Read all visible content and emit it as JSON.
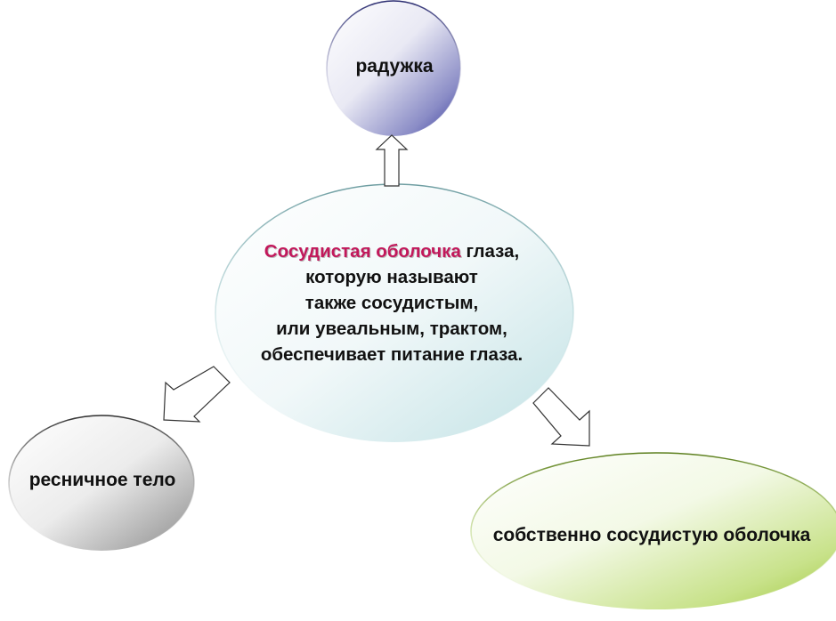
{
  "center": {
    "highlight": "Сосудистая оболочка",
    "line1_rest": " глаза,",
    "line2": "которую называют",
    "line3": "также сосудистым,",
    "line4": "или увеальным, трактом,",
    "line5": "обеспечивает питание глаза."
  },
  "nodes": {
    "iris": "радужка",
    "ciliary_body": "ресничное тело",
    "choroid_proper": "собственно сосудистую  оболочка"
  },
  "colors": {
    "highlight_text": "#c2185b",
    "center_fill_end": "#c4e4e6",
    "iris_fill_end": "#3d3f9e",
    "ciliary_fill_end": "#7d7d7d",
    "choroid_fill_end": "#a8cc4a"
  }
}
